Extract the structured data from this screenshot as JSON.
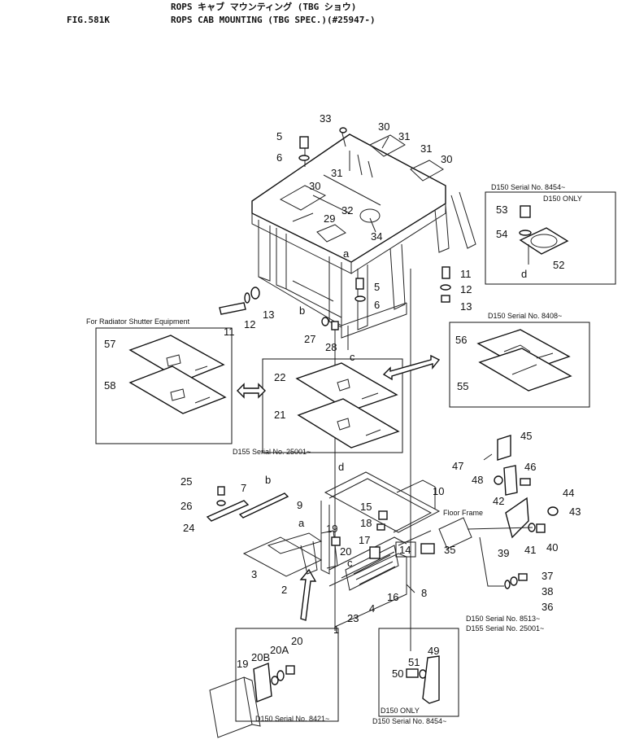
{
  "header": {
    "fig_label": "FIG.581K",
    "title_line1": "ROPS キャブ マウンティング (TBG ショウ)",
    "title_line2": "ROPS CAB MOUNTING (TBG SPEC.)(#25947-)"
  },
  "captions": {
    "radiator_shutter": "For Radiator Shutter Equipment",
    "d150_8454_top": "D150 Serial No. 8454~",
    "d150_only_top": "D150 ONLY",
    "d150_8408": "D150 Serial No. 8408~",
    "d155_25001_mid": "D155 Serial No. 25001~",
    "floor_frame": "Floor  Frame",
    "d150_8513": "D150 Serial No. 8513~",
    "d155_25001_low": "D155 Serial No. 25001~",
    "d150_8421": "D150 Serial No. 8421~",
    "d150_only_bottom": "D150 ONLY",
    "d150_8454_bottom": "D150 Serial No. 8454~"
  },
  "part_numbers": {
    "p33": "33",
    "p30a": "30",
    "p31a": "31",
    "p31b": "31",
    "p30b": "30",
    "p5a": "5",
    "p6a": "6",
    "p31c": "31",
    "p30c": "30",
    "p32": "32",
    "p29": "29",
    "p34": "34",
    "pa1": "a",
    "p5b": "5",
    "p6b": "6",
    "pb1": "b",
    "p11a": "11",
    "p12a": "12",
    "p13a": "13",
    "p27": "27",
    "p28": "28",
    "pc1": "c",
    "p11b": "11",
    "p12b": "12",
    "p13b": "13",
    "p53": "53",
    "p54": "54",
    "p52": "52",
    "pd1": "d",
    "p56": "56",
    "p55": "55",
    "p57": "57",
    "p58": "58",
    "p22": "22",
    "p21": "21",
    "p45": "45",
    "p47": "47",
    "p46": "46",
    "p48": "48",
    "p42": "42",
    "p44": "44",
    "p43": "43",
    "p40": "40",
    "p41": "41",
    "p39": "39",
    "p37": "37",
    "p38": "38",
    "p36": "36",
    "pd2": "d",
    "p25": "25",
    "p26": "26",
    "p24": "24",
    "p7": "7",
    "pb2": "b",
    "p9": "9",
    "p10": "10",
    "p15": "15",
    "p18": "18",
    "pa2": "a",
    "p19": "19",
    "p20": "20",
    "p17": "17",
    "p14": "14",
    "p35": "35",
    "pc2": "c",
    "p3": "3",
    "p2": "2",
    "p23": "23",
    "p4": "4",
    "p16": "16",
    "p8": "8",
    "p1": "1",
    "p19b": "19",
    "p20b": "20B",
    "p20a": "20A",
    "p20c": "20",
    "p49": "49",
    "p51": "51",
    "p50": "50"
  },
  "colors": {
    "ink": "#111111",
    "paper": "#ffffff"
  }
}
